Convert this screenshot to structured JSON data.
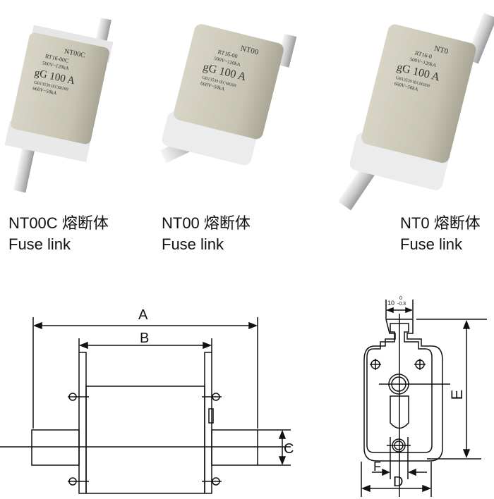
{
  "products": [
    {
      "model": "NT00C",
      "name_cn": "熔断体",
      "name_en": "Fuse link",
      "body_label": {
        "model": "NT00C",
        "series": "RT16-00C",
        "breaking": "500V~120kA",
        "rating": "gG 100 A",
        "standard": "GB13539 IEC60269",
        "breaking2": "660V~50kA"
      }
    },
    {
      "model": "NT00",
      "name_cn": "熔断体",
      "name_en": "Fuse link",
      "body_label": {
        "model": "NT00",
        "series": "RT16-00",
        "breaking": "500V~120kA",
        "rating": "gG 100 A",
        "standard": "GB13539 IEC60269",
        "breaking2": "660V~50kA"
      }
    },
    {
      "model": "NT0",
      "name_cn": "熔断体",
      "name_en": "Fuse link",
      "body_label": {
        "model": "NT0",
        "series": "RT16-0",
        "breaking": "500V~120kA",
        "rating": "gG 100 A",
        "standard": "GB13539 IEC60269",
        "breaking2": "660V~50kA"
      }
    }
  ],
  "drawing": {
    "dim_a": "A",
    "dim_b": "B",
    "dim_c": "C",
    "dim_d": "D",
    "dim_e": "E",
    "dim_f": "F",
    "tab_width": "10",
    "tol_upper": "0",
    "tol_lower": "-0.3"
  },
  "colors": {
    "body": "#c9c6b6",
    "metal": "#dcdcdc",
    "line": "#111111"
  }
}
